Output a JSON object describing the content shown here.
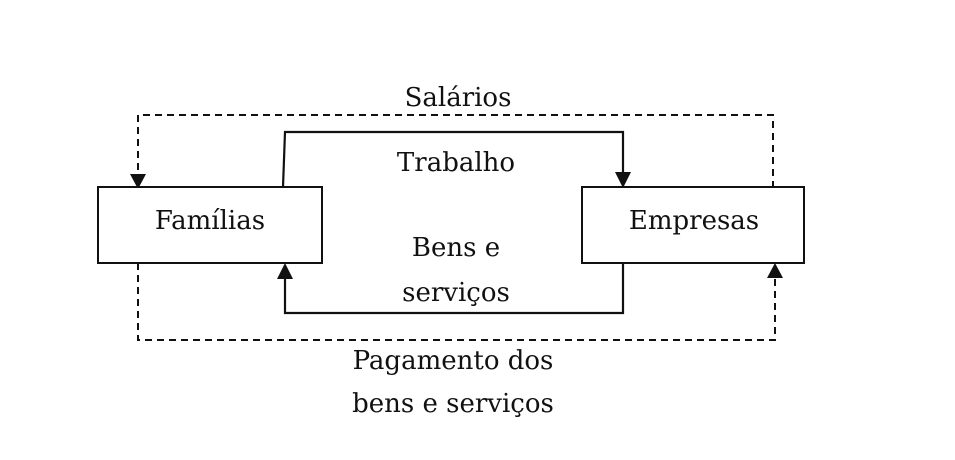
{
  "nodes": {
    "familias": "Famílias",
    "empresas": "Empresas"
  },
  "flows": {
    "salarios": "Salários",
    "trabalho": "Trabalho",
    "bens_servicos": [
      "Bens e",
      "serviços"
    ],
    "pagamento": [
      "Pagamento dos",
      "bens e serviços"
    ]
  }
}
